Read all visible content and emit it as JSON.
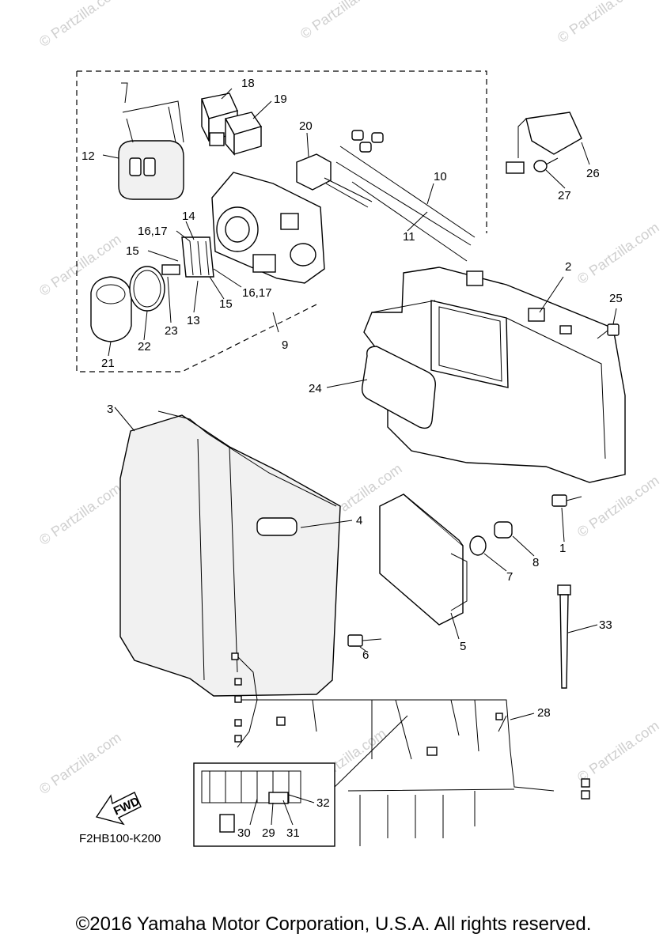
{
  "watermark": "© Partzilla.com",
  "diagram_code": "F2HB100-K200",
  "fwd_label": "FWD",
  "copyright": "©2016 Yamaha Motor Corporation, U.S.A. All rights reserved.",
  "callouts": {
    "c1": "1",
    "c2": "2",
    "c3": "3",
    "c4": "4",
    "c5": "5",
    "c6": "6",
    "c7": "7",
    "c8": "8",
    "c9": "9",
    "c10": "10",
    "c11": "11",
    "c12": "12",
    "c13": "13",
    "c14": "14",
    "c15a": "15",
    "c15b": "15",
    "c16a": "16,17",
    "c16b": "16,17",
    "c18": "18",
    "c19": "19",
    "c20": "20",
    "c21": "21",
    "c22": "22",
    "c23": "23",
    "c24": "24",
    "c25": "25",
    "c26": "26",
    "c27": "27",
    "c28": "28",
    "c29": "29",
    "c30": "30",
    "c31": "31",
    "c32": "32",
    "c33": "33"
  }
}
